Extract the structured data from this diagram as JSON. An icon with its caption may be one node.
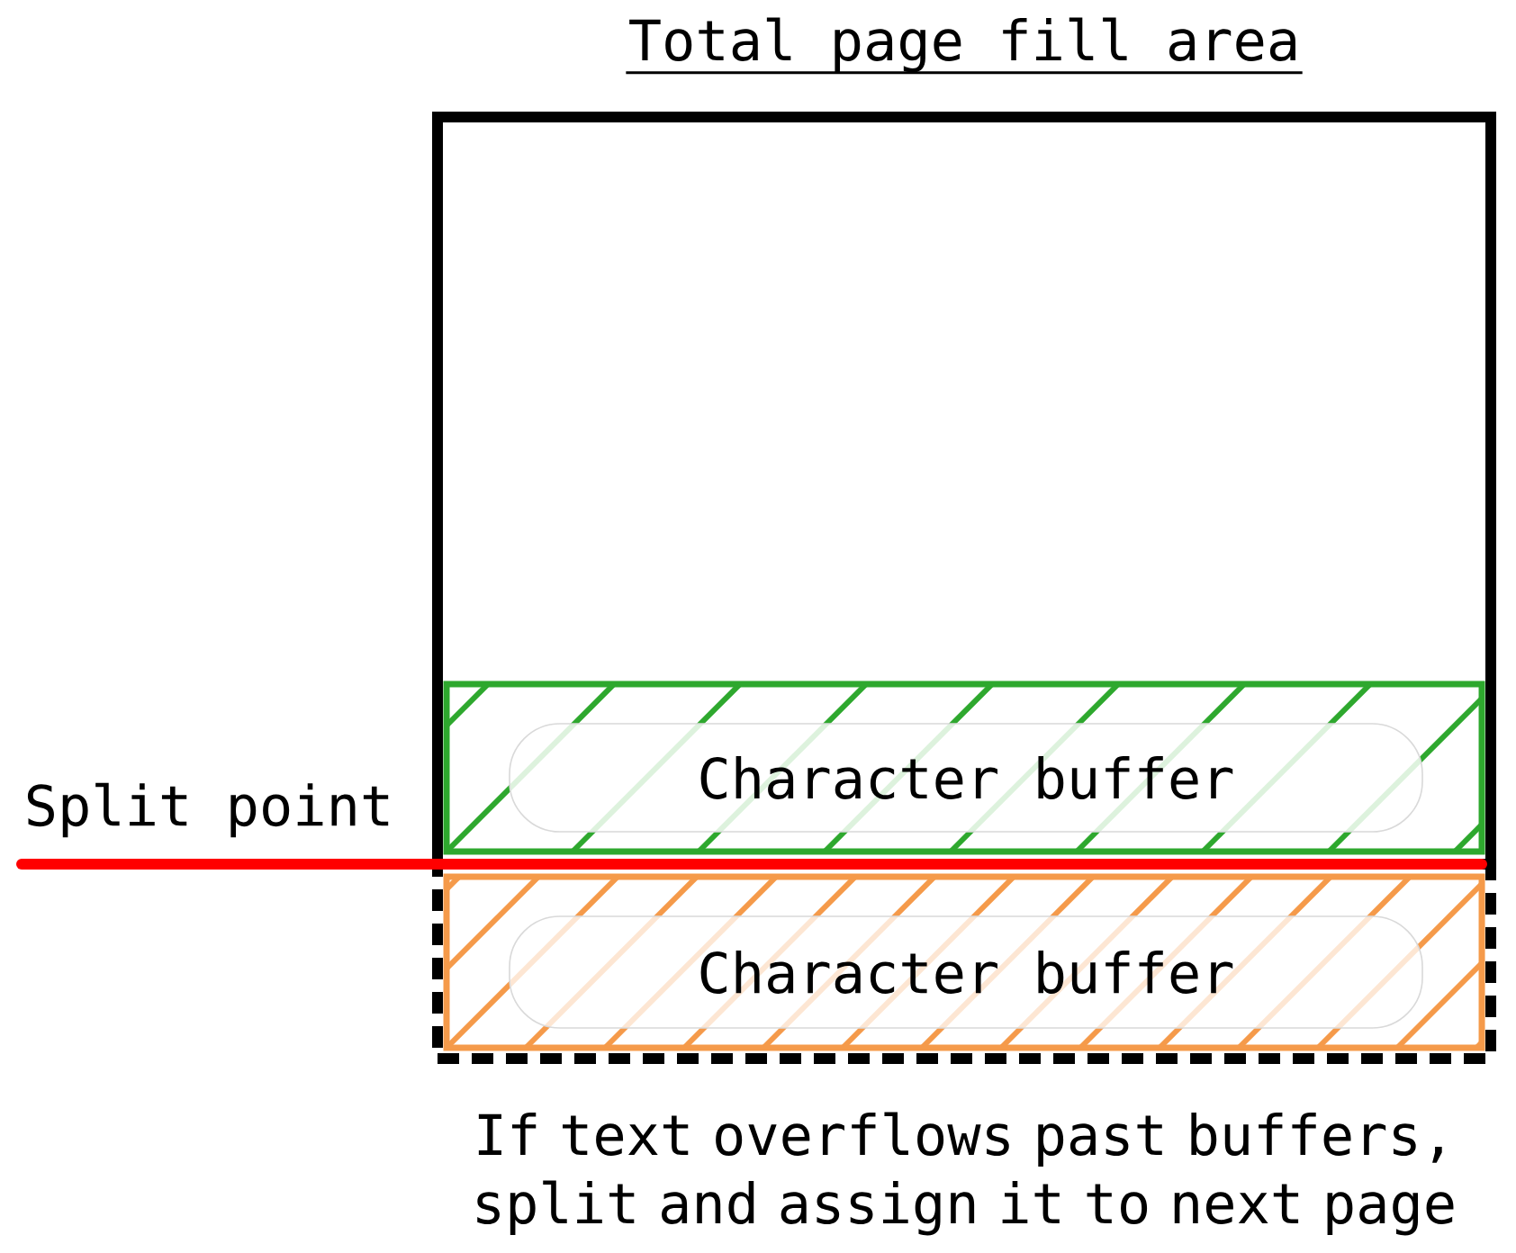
{
  "diagram": {
    "nodes": [
      {
        "text": [
          "Total page fill area"
        ]
      },
      {
        "text": [
          "Character buffer"
        ],
        "in": 0
      },
      {
        "text": [
          "If text overflows past buffers, split and assign it to next page"
        ]
      },
      {
        "text": [
          "Character buffer"
        ],
        "in": 2
      }
    ],
    "labels": [
      "Split point"
    ]
  }
}
